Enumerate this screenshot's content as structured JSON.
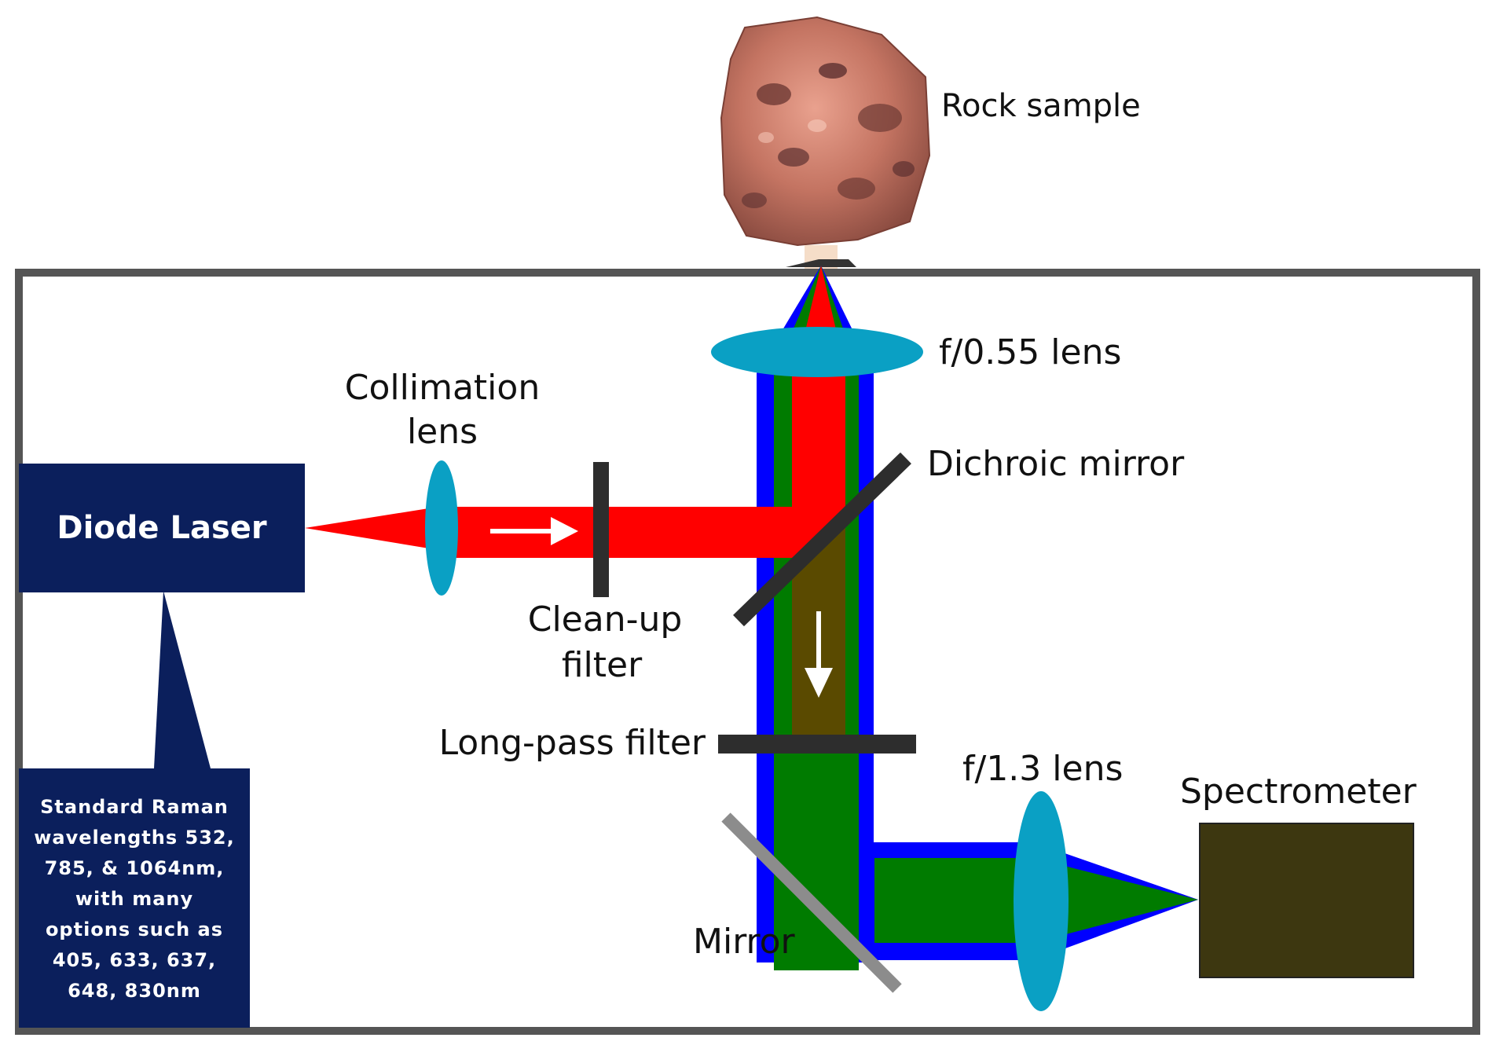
{
  "labels": {
    "rock_sample": "Rock sample",
    "f055_lens": "f/0.55 lens",
    "collimation_lens_line1": "Collimation",
    "collimation_lens_line2": "lens",
    "dichroic_mirror": "Dichroic mirror",
    "diode_laser": "Diode Laser",
    "cleanup_filter_line1": "Clean-up",
    "cleanup_filter_line2": "filter",
    "longpass_filter": "Long-pass filter",
    "f13_lens": "f/1.3 lens",
    "spectrometer": "Spectrometer",
    "mirror": "Mirror"
  },
  "laser_note": {
    "lines": [
      "Standard Raman",
      "wavelengths 532,",
      "785, & 1064nm,",
      "with many",
      "options such as",
      "405, 633, 637,",
      "648, 830nm"
    ]
  },
  "colors": {
    "laser_box": "#0b1f5c",
    "laser_beam": "#ff0000",
    "blue_beam": "#0000ff",
    "green_beam": "#007b00",
    "mixed_beam": "#5a4a00",
    "lens": "#0aa0c4",
    "filter": "#2d2d2d",
    "mirror": "#8c8c8c",
    "spectrometer": "#3d3710",
    "enclosure": "#555555"
  }
}
